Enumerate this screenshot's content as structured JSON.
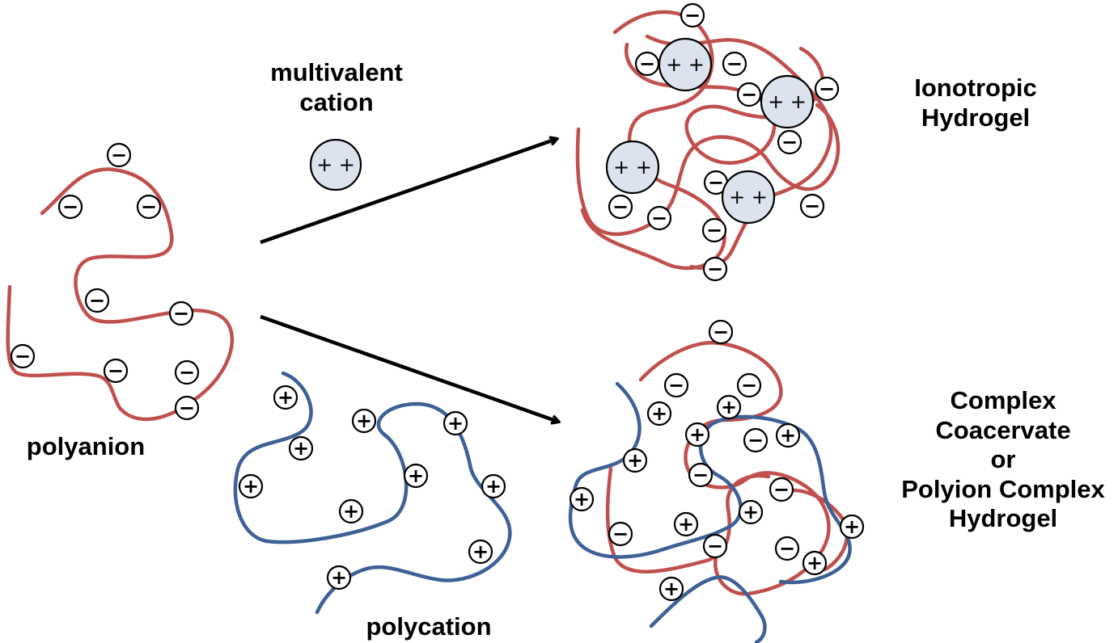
{
  "labels": {
    "polyanion": "polyanion",
    "polycation": "polycation",
    "multivalent_cation_line1": "multivalent",
    "multivalent_cation_line2": "cation",
    "ionotropic_line1": "Ionotropic",
    "ionotropic_line2": "Hydrogel",
    "complex_line1": "Complex",
    "complex_line2": "Coacervate",
    "complex_line3": "or",
    "complex_line4": "Polyion Complex",
    "complex_line5": "Hydrogel"
  },
  "symbols": {
    "anion": "−",
    "cation": "+",
    "multivalent": "+ +"
  },
  "colors": {
    "polyanion_chain": "#c0504d",
    "polycation_chain": "#3d6096",
    "multivalent_fill": "#dce3ef",
    "arrow": "#000000"
  }
}
